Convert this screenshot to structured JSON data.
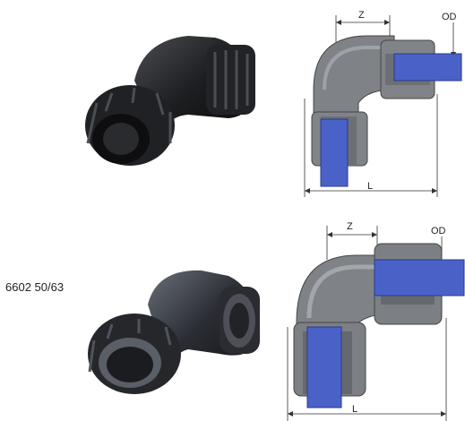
{
  "product": {
    "code_label": "6602 50/63"
  },
  "drawing_top": {
    "z_label": "Z",
    "od_label": "OD",
    "l_label": "L"
  },
  "drawing_bottom": {
    "z_label": "Z",
    "od_label": "OD",
    "l_label": "L"
  },
  "colors": {
    "body_grey": "#7f8387",
    "pipe_blue": "#4a62c8",
    "fitting_black": "#1e1f22"
  }
}
